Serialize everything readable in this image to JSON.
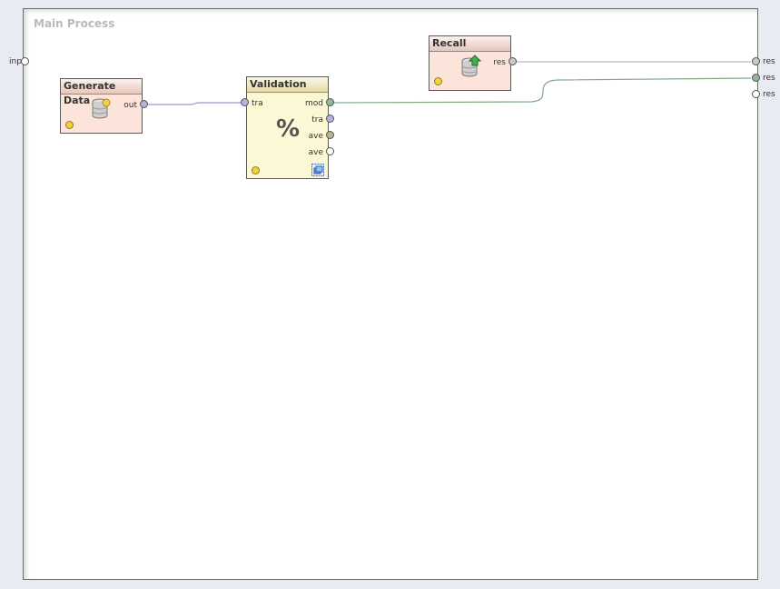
{
  "process": {
    "title": "Main Process"
  },
  "process_ports": {
    "input": "inp",
    "outputs": [
      "res",
      "res",
      "res"
    ]
  },
  "operators": {
    "generate_data": {
      "title": "Generate Data",
      "out_port": "out",
      "icon": "database-add-icon"
    },
    "validation": {
      "title": "Validation",
      "in_port": "tra",
      "out_ports": [
        "mod",
        "tra",
        "ave",
        "ave"
      ],
      "icon": "percent-icon",
      "subprocess_icon": "subprocess-icon"
    },
    "recall": {
      "title": "Recall",
      "out_port": "res",
      "icon": "database-recall-icon"
    }
  },
  "colors": {
    "exampleset_port": "#b9aee0",
    "model_port": "#8fb79a",
    "performance_port": "#b8b48a",
    "io_port": "#c9c9c9",
    "wire_exampleset": "#9d93d6",
    "wire_model": "#7fa986",
    "wire_io": "#bcbcbc",
    "status": "#f1d33a"
  }
}
